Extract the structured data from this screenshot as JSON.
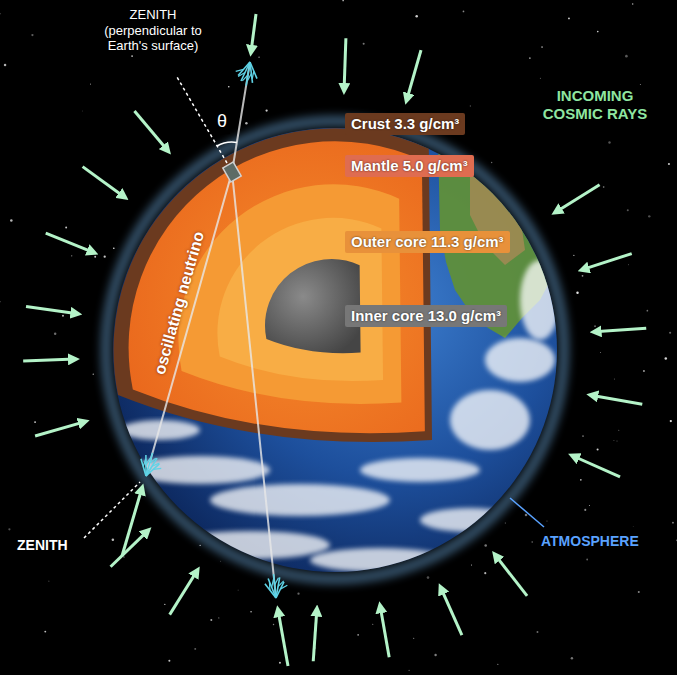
{
  "diagram": {
    "nodes": [
      {
        "text": [
          "Crust 3.3 g/cm³"
        ]
      },
      {
        "text": [
          "Mantle 5.0 g/cm³"
        ]
      },
      {
        "text": [
          "Outer core 11.3 g/cm³"
        ]
      },
      {
        "text": [
          "Inner core 13.0 g/cm³"
        ]
      }
    ],
    "labels": [
      "ZENITH (perpendicular to Earth's surface)",
      "θ",
      "INCOMING COSMIC RAYS",
      "oscillating neutrino",
      "ZENITH",
      "ATMOSPHERE"
    ]
  }
}
